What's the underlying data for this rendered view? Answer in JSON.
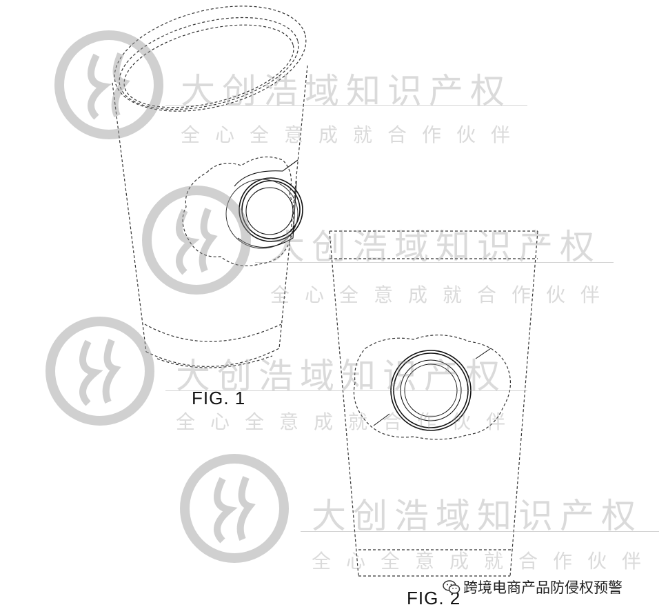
{
  "figures": {
    "fig1_label": "FIG. 1",
    "fig2_label": "FIG. 2"
  },
  "watermark": {
    "title": "大创浩域知识产权",
    "subtitle": "全心全意成就合作伙伴",
    "logo_icon": "swirl-circle-logo"
  },
  "credit": {
    "text": "跨境电商产品防侵权预警",
    "icon": "wechat-icon"
  },
  "colors": {
    "line": "#333333",
    "watermark": "#b0b0b0"
  }
}
